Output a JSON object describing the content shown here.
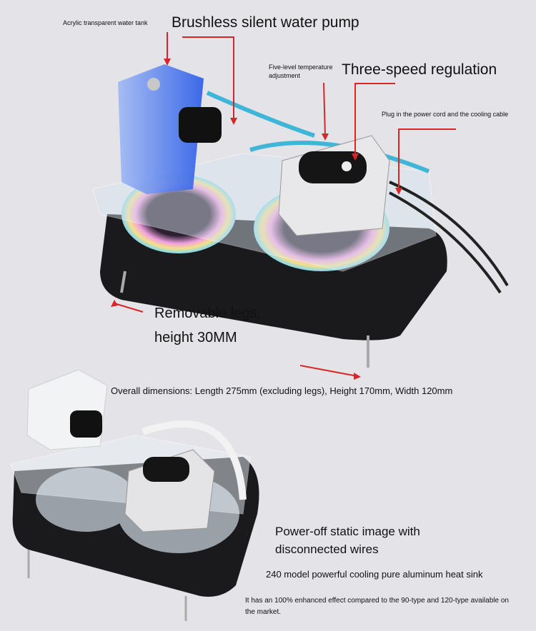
{
  "annotations": {
    "tank": "Acrylic transparent water tank",
    "pump": "Brushless silent water pump",
    "temperature": "Five-level temperature adjustment",
    "speed": "Three-speed regulation",
    "plug": "Plug in the power cord and the cooling cable",
    "legs_line1": "Removable legs,",
    "legs_line2": "height 30MM",
    "dimensions": "Overall dimensions: Length 275mm (excluding legs), Height 170mm, Width 120mm",
    "static_line1": "Power-off static image with",
    "static_line2": "disconnected wires",
    "model": "240 model powerful cooling pure aluminum heat sink",
    "effect": "It has an 100% enhanced effect compared to the 90-type and 120-type available on the market."
  },
  "colors": {
    "annotation_line": "#d9252a",
    "background": "#e4e4e8"
  }
}
